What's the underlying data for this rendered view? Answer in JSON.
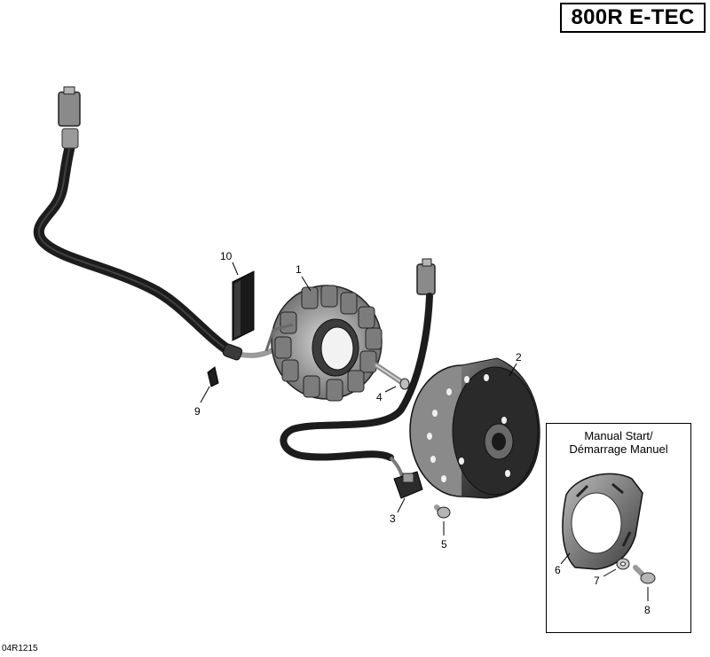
{
  "model": "800R E-TEC",
  "inset": {
    "title_line1": "Manual Start/",
    "title_line2": "Démarrage Manuel"
  },
  "doc_code": "04R1215",
  "callouts": [
    "1",
    "2",
    "3",
    "4",
    "5",
    "6",
    "7",
    "8",
    "9",
    "10"
  ]
}
